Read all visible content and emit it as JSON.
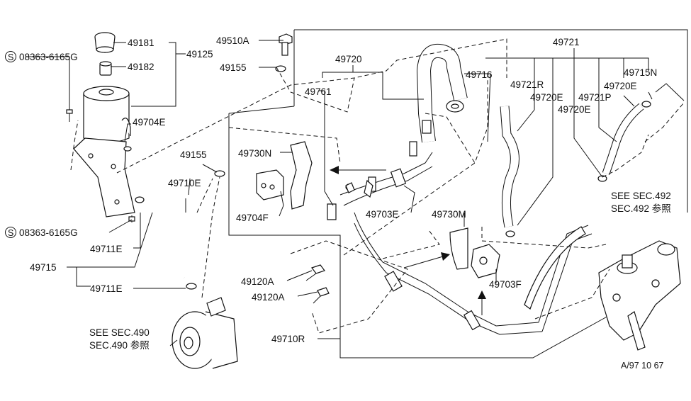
{
  "labels": {
    "p49181": "49181",
    "p49125": "49125",
    "p08363a": "08363-6165G",
    "p49182": "49182",
    "p49704E": "49704E",
    "p49510A": "49510A",
    "p49155a": "49155",
    "p49155b": "49155",
    "p49720": "49720",
    "p49761": "49761",
    "p49716": "49716",
    "p49721": "49721",
    "p49721R": "49721R",
    "p49720Ea": "49720E",
    "p49721P": "49721P",
    "p49715N": "49715N",
    "p49720Eb": "49720E",
    "p49720Ec": "49720E",
    "p49730N": "49730N",
    "p49704F": "49704F",
    "p49703E": "49703E",
    "p49710E": "49710E",
    "p08363b": "08363-6165G",
    "p49711Ea": "49711E",
    "p49715": "49715",
    "p49711Eb": "49711E",
    "p49730M": "49730M",
    "p49703F": "49703F",
    "p49120Aa": "49120A",
    "p49120Ab": "49120A",
    "p49710R": "49710R",
    "see492a": "SEE SEC.492",
    "see492b": "SEC.492 参照",
    "see490a": "SEE SEC.490",
    "see490b": "SEC.490 参照",
    "code": "A/97 10 67",
    "s_mark": "S"
  }
}
